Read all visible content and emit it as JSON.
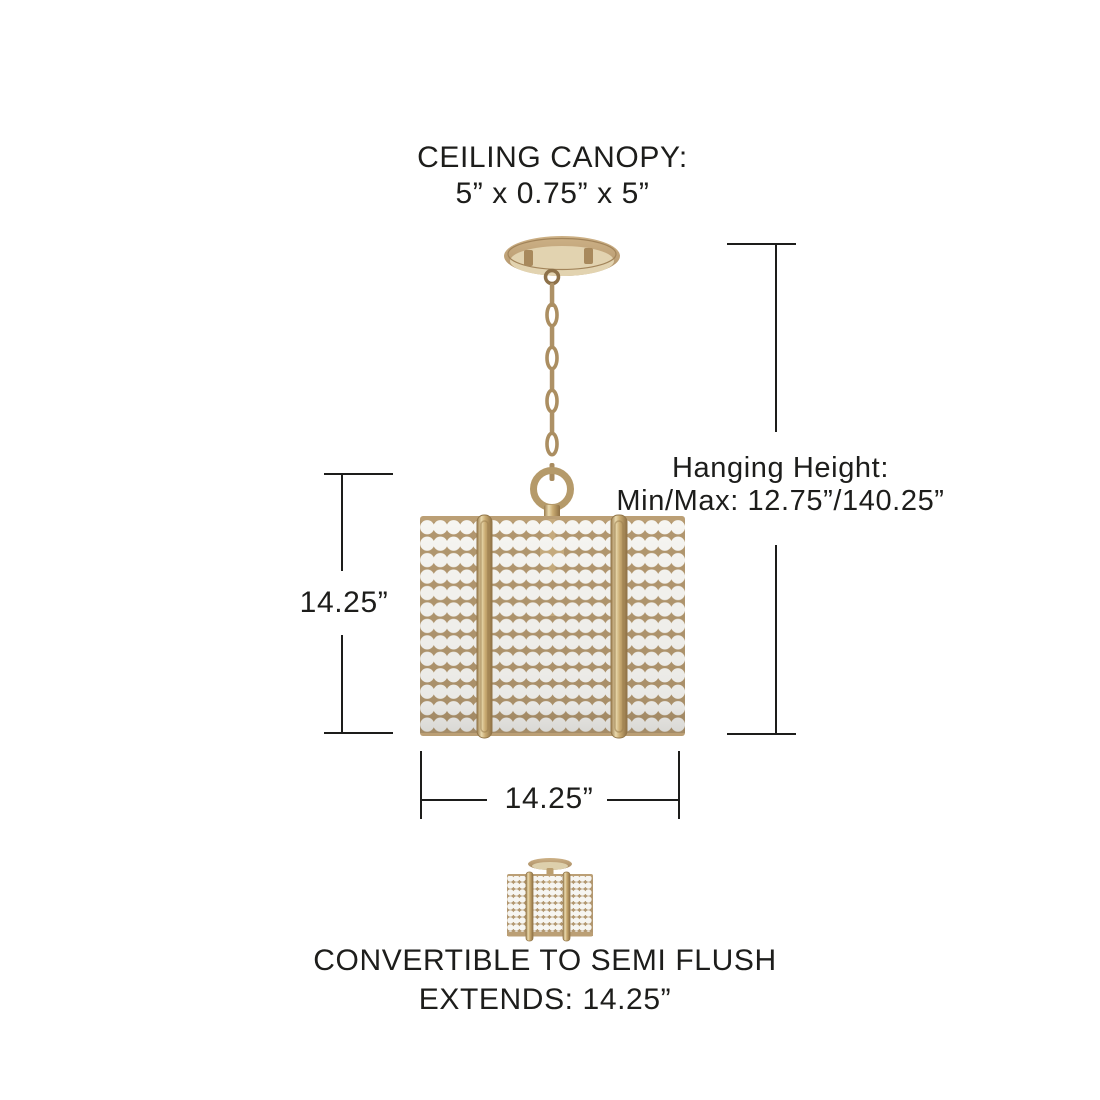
{
  "background": "#ffffff",
  "text_color": "#1d1d1b",
  "labels": {
    "canopy": {
      "line1": "CEILING CANOPY:",
      "line2": "5” x 0.75” x 5”"
    },
    "hanging_height": {
      "line1": "Hanging Height:",
      "line2": "Min/Max: 12.75”/140.25”"
    },
    "fixture_height": "14.25”",
    "fixture_width": "14.25”",
    "convertible": {
      "line1": "CONVERTIBLE TO SEMI FLUSH",
      "line2": "EXTENDS: 14.25”"
    }
  },
  "fixture": {
    "type": "convertible white-beaded drum pendant with chain and ceiling canopy",
    "colors": {
      "brass": "#bfa173",
      "brass_light": "#e9d9ad",
      "brass_dark": "#8e7044",
      "wood_rail": "#b2976f",
      "bead": "#f6f5f1",
      "dimension_line": "#1d1d1b"
    }
  }
}
